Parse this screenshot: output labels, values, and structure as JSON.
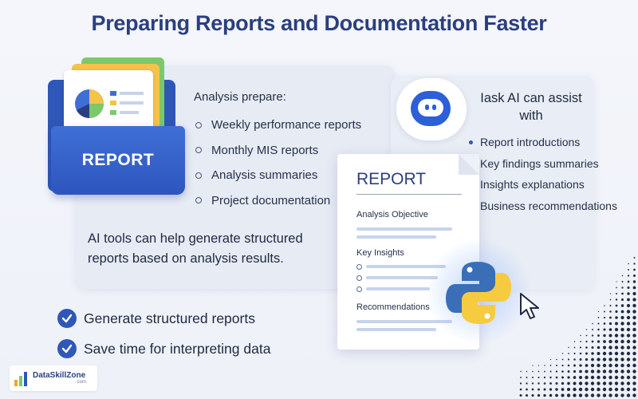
{
  "title": "Preparing Reports and Documentation Faster",
  "folder": {
    "label": "REPORT"
  },
  "left_panel": {
    "heading": "Analysis prepare:",
    "items": [
      "Weekly performance reports",
      "Monthly MIS reports",
      "Analysis summaries",
      "Project documentation"
    ],
    "tools_text": "AI tools can help generate structured reports based on analysis results."
  },
  "right_panel": {
    "heading": "Iask AI can assist with",
    "items": [
      "Report introductions",
      "Key findings summaries",
      "Insights explanations",
      "Business recommendations"
    ]
  },
  "report_card": {
    "title": "REPORT",
    "sections": [
      "Analysis Objective",
      "Key Insights",
      "Recommendations"
    ]
  },
  "benefits": [
    "Generate structured reports",
    "Save time for interpreting data"
  ],
  "logo": {
    "name": "DataSkillZone",
    "sub": ".com"
  },
  "colors": {
    "primary": "#2f57b8",
    "title": "#2b3f7e",
    "python_blue": "#3a6fb8",
    "python_yellow": "#f7cb3f"
  }
}
